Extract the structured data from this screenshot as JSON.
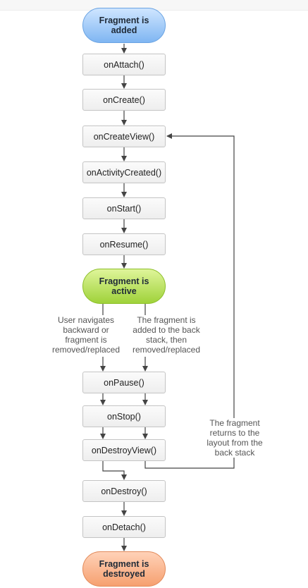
{
  "nodes": {
    "added": "Fragment is\nadded",
    "on_attach": "onAttach()",
    "on_create": "onCreate()",
    "on_create_view": "onCreateView()",
    "on_activity_created": "onActivityCreated()",
    "on_start": "onStart()",
    "on_resume": "onResume()",
    "active": "Fragment is\nactive",
    "on_pause": "onPause()",
    "on_stop": "onStop()",
    "on_destroy_view": "onDestroyView()",
    "on_destroy": "onDestroy()",
    "on_detach": "onDetach()",
    "destroyed": "Fragment is\ndestroyed"
  },
  "notes": {
    "user_navigates": "User navigates\nbackward or\nfragment is\nremoved/replaced",
    "back_stack": "The fragment is\nadded to the back\nstack, then\nremoved/replaced",
    "returns": "The fragment\nreturns to the\nlayout from the\nback stack"
  },
  "colors": {
    "added": "#8fc2f5",
    "active": "#b5e04f",
    "destroyed": "#f8ab7f",
    "line": "#444444"
  }
}
